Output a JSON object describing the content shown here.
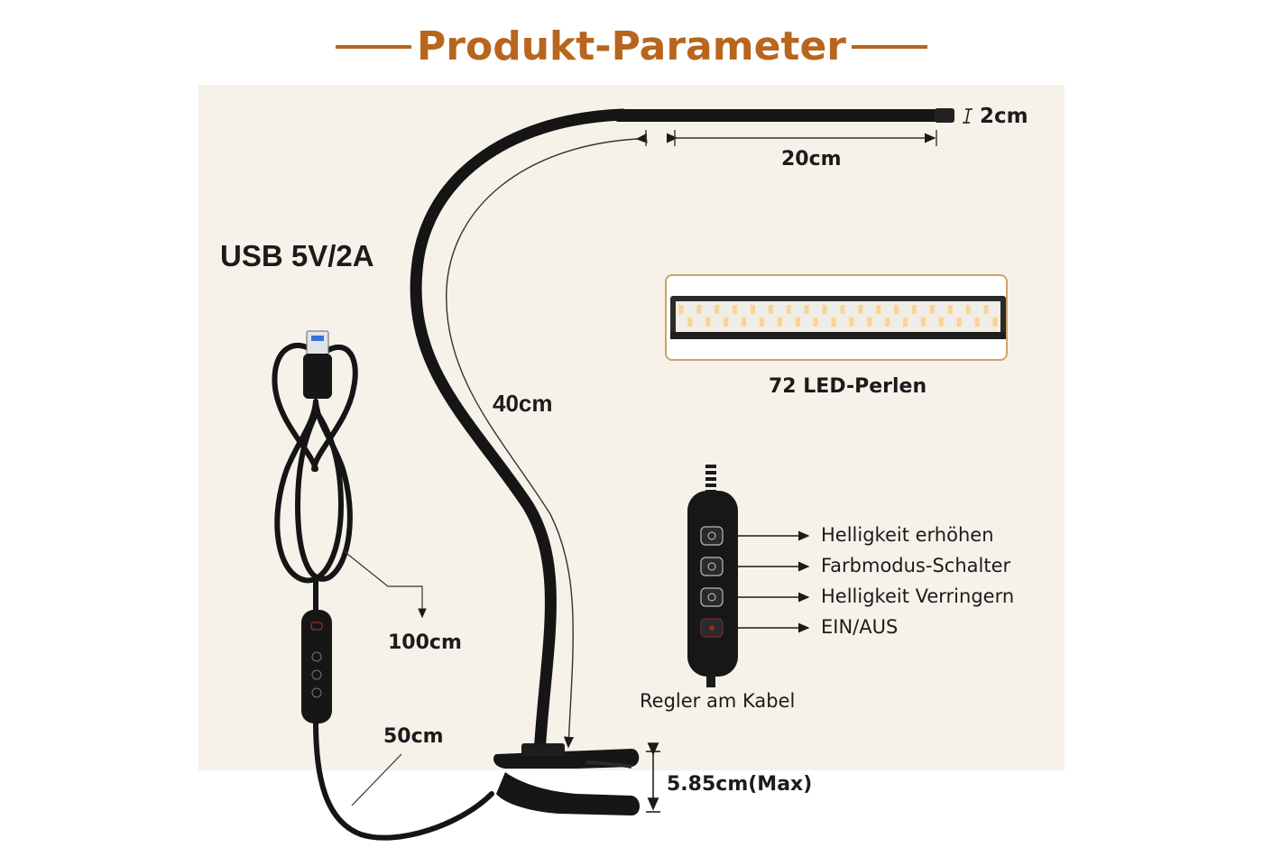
{
  "header": {
    "title": "Produkt-Parameter"
  },
  "specs": {
    "power": "USB 5V/2A",
    "head_height": "2cm",
    "head_length": "20cm",
    "gooseneck_length": "40cm",
    "usb_cable_length": "100cm",
    "controller_cable_length": "50cm",
    "clip_opening": "5.85cm(Max)"
  },
  "led_panel": {
    "caption": "72 LED-Perlen",
    "led_count": 72
  },
  "controller": {
    "caption": "Regler am Kabel",
    "buttons": [
      {
        "label": "Helligkeit erhöhen",
        "icon": "brightness-up-icon"
      },
      {
        "label": "Farbmodus-Schalter",
        "icon": "fan-mode-icon"
      },
      {
        "label": "Helligkeit Verringern",
        "icon": "brightness-down-icon"
      },
      {
        "label": "EIN/AUS",
        "icon": "power-icon"
      }
    ]
  },
  "colors": {
    "accent": "#b8651d",
    "panel_bg": "#f6f2ea",
    "lamp": "#151515"
  }
}
